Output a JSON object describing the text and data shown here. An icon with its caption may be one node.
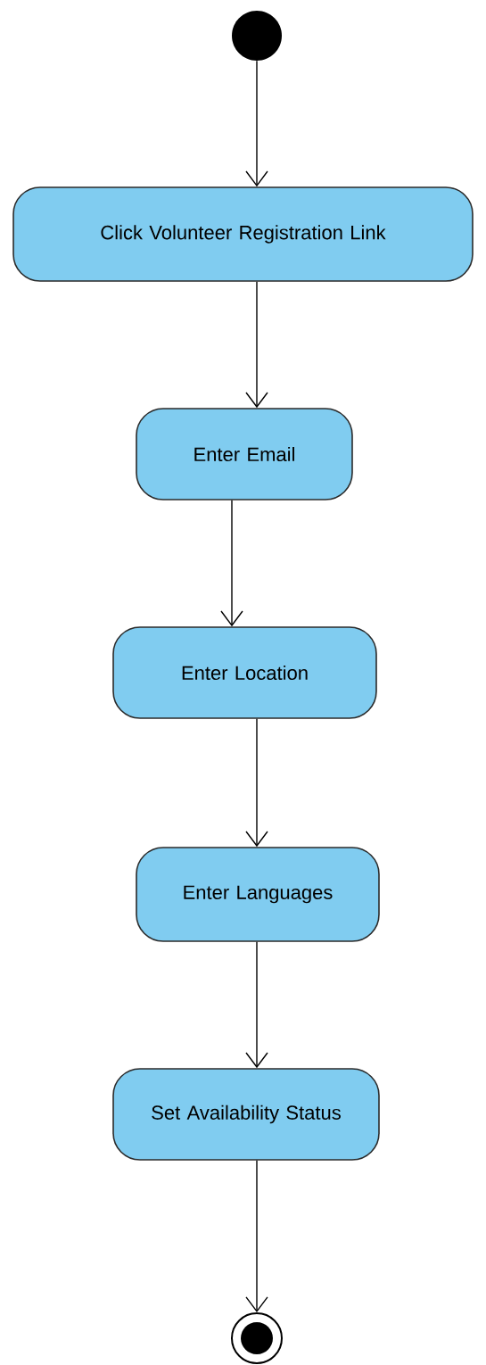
{
  "diagram": {
    "nodes": [
      {
        "text": [],
        "shape": "circle"
      },
      {
        "text": [
          "Click Volunteer Registration Link"
        ]
      },
      {
        "text": [
          "Enter Email"
        ]
      },
      {
        "text": [
          "Enter Location"
        ]
      },
      {
        "text": [
          "Enter Languages"
        ]
      },
      {
        "text": [
          "Set Availability Status"
        ]
      },
      {
        "text": [],
        "shape": "circle"
      }
    ],
    "edges": [
      {
        "from": 0,
        "to": 1,
        "arrow": "to"
      },
      {
        "from": 1,
        "to": 2,
        "arrow": "to"
      },
      {
        "from": 2,
        "to": 3,
        "arrow": "to"
      },
      {
        "from": 3,
        "to": 4,
        "arrow": "to"
      },
      {
        "from": 4,
        "to": 5,
        "arrow": "to"
      },
      {
        "from": 5,
        "to": 6,
        "arrow": "to"
      }
    ]
  }
}
